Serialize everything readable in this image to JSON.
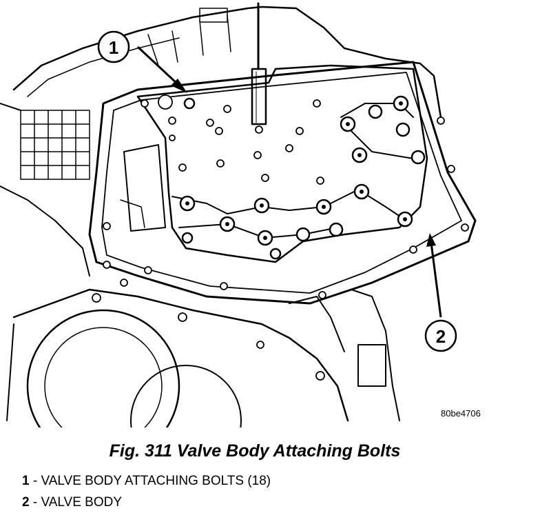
{
  "figure": {
    "image_code": "80be4706",
    "callouts": [
      {
        "number": "1"
      },
      {
        "number": "2"
      }
    ]
  },
  "caption": "Fig. 311 Valve Body Attaching Bolts",
  "legend": [
    {
      "number": "1",
      "text": " - VALVE BODY ATTACHING BOLTS (18)"
    },
    {
      "number": "2",
      "text": " - VALVE BODY"
    }
  ]
}
